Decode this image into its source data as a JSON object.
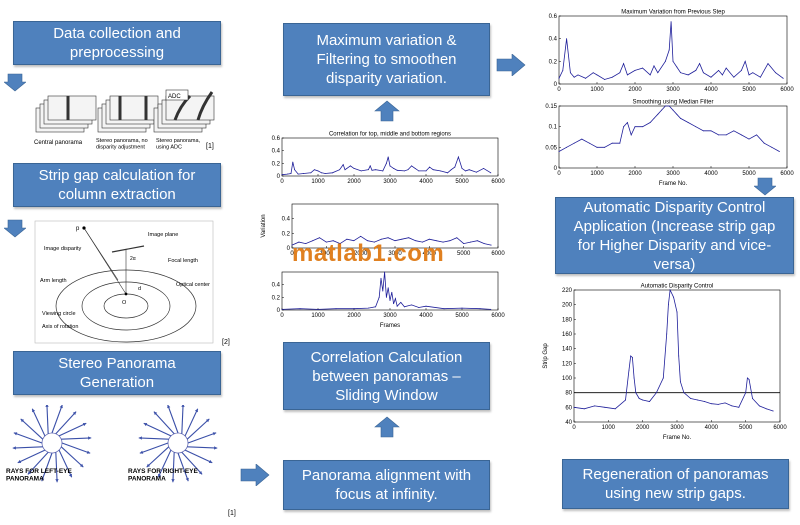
{
  "boxes": {
    "data_collection": "Data collection and\npreprocessing",
    "strip_gap": "Strip gap calculation for\ncolumn extraction",
    "stereo_panorama": "Stereo Panorama\nGeneration",
    "max_variation": "Maximum variation &\nFiltering to smoothen\ndisparity variation.",
    "correlation": "Correlation Calculation\nbetween panoramas –\nSliding Window",
    "alignment": "Panorama alignment with\nfocus at infinity.",
    "adc_application": "Automatic Disparity Control\nApplication  (Increase strip gap\nfor Higher Disparity and vice-\nversa)",
    "regeneration": "Regeneration of panoramas\nusing new strip gaps."
  },
  "figures": {
    "collection": {
      "captions": [
        "Central panorama",
        "Stereo panorama, no\ndisparity adjustment",
        "Stereo panorama,\nusing ADC"
      ],
      "ref": "[1]",
      "inset_label": "ADC"
    },
    "geometry": {
      "labels": [
        "p",
        "Image disparity",
        "Image plane",
        "Focal length",
        "Optical center",
        "Arm length",
        "Viewing circle",
        "Axis of rotation",
        "d",
        "O",
        "2α"
      ],
      "ref": "[2]"
    },
    "rays": {
      "left_label": "RAYS FOR LEFT-EYE\nPANORAMA",
      "right_label": "RAYS FOR RIGHT-EYE\nPANORAMA",
      "ref": "[1]"
    }
  },
  "watermark": "matlab1.com",
  "chart_data": [
    {
      "type": "line",
      "id": "corr1",
      "title": "Correlation for top, middle and bottom regions",
      "xlim": [
        0,
        6000
      ],
      "ylim": [
        0,
        0.6
      ],
      "xticks": [
        0,
        1000,
        2000,
        3000,
        4000,
        5000,
        6000
      ],
      "yticks": [
        0,
        0.2,
        0.4,
        0.6
      ],
      "xlabel": "",
      "ylabel": "",
      "x": [
        0,
        150,
        250,
        300,
        350,
        450,
        600,
        800,
        900,
        1000,
        1100,
        1200,
        1400,
        1600,
        1700,
        1750,
        1800,
        1900,
        2000,
        2200,
        2400,
        2450,
        2500,
        2600,
        2800,
        2900,
        2950,
        3000,
        3100,
        3200,
        3400,
        3500,
        3600,
        3700,
        3800,
        4000,
        4100,
        4200,
        4400,
        4600,
        4700,
        4800,
        4900,
        5000,
        5100,
        5200,
        5400,
        5600,
        5800
      ],
      "y": [
        0.02,
        0.03,
        0.04,
        0.22,
        0.1,
        0.03,
        0.04,
        0.05,
        0.1,
        0.08,
        0.05,
        0.04,
        0.05,
        0.1,
        0.18,
        0.1,
        0.12,
        0.16,
        0.12,
        0.08,
        0.1,
        0.16,
        0.09,
        0.1,
        0.08,
        0.2,
        0.3,
        0.16,
        0.12,
        0.09,
        0.08,
        0.1,
        0.16,
        0.12,
        0.08,
        0.08,
        0.14,
        0.1,
        0.08,
        0.05,
        0.1,
        0.14,
        0.3,
        0.12,
        0.08,
        0.1,
        0.06,
        0.12,
        0.05
      ]
    },
    {
      "type": "line",
      "id": "corr2",
      "title": "",
      "xlim": [
        0,
        6000
      ],
      "ylim": [
        0,
        0.6
      ],
      "xticks": [
        0,
        1000,
        2000,
        3000,
        4000,
        5000,
        6000
      ],
      "yticks": [
        0,
        0.2,
        0.4
      ],
      "xlabel": "",
      "ylabel": "Variation",
      "x": [
        0,
        200,
        400,
        600,
        800,
        1000,
        1200,
        1400,
        1600,
        1800,
        2000,
        2200,
        2400,
        2600,
        2800,
        3000,
        3200,
        3400,
        3600,
        3800,
        4000,
        4200,
        4400,
        4600,
        4800,
        5000,
        5200,
        5400,
        5600,
        5800
      ],
      "y": [
        0.04,
        0.08,
        0.06,
        0.1,
        0.14,
        0.08,
        0.1,
        0.06,
        0.12,
        0.1,
        0.16,
        0.1,
        0.08,
        0.12,
        0.14,
        0.1,
        0.12,
        0.14,
        0.1,
        0.08,
        0.12,
        0.1,
        0.08,
        0.1,
        0.14,
        0.06,
        0.08,
        0.1,
        0.06,
        0.04
      ]
    },
    {
      "type": "line",
      "id": "corr3",
      "title": "",
      "xlim": [
        0,
        6000
      ],
      "ylim": [
        0,
        0.6
      ],
      "xticks": [
        0,
        1000,
        2000,
        3000,
        4000,
        5000,
        6000
      ],
      "yticks": [
        0,
        0.2,
        0.4
      ],
      "xlabel": "Frames",
      "ylabel": "",
      "x": [
        0,
        500,
        1000,
        1500,
        2000,
        2400,
        2600,
        2700,
        2750,
        2800,
        2850,
        2900,
        2950,
        3000,
        3050,
        3100,
        3150,
        3200,
        3300,
        3400,
        3600,
        3800,
        4000,
        4500,
        5000,
        5500,
        5800
      ],
      "y": [
        0.01,
        0.02,
        0.01,
        0.02,
        0.02,
        0.03,
        0.05,
        0.2,
        0.5,
        0.3,
        0.6,
        0.2,
        0.35,
        0.15,
        0.28,
        0.1,
        0.18,
        0.06,
        0.12,
        0.05,
        0.08,
        0.04,
        0.06,
        0.02,
        0.03,
        0.02,
        0.01
      ]
    },
    {
      "type": "line",
      "id": "maxvar",
      "title": "Maximum Variation from Previous Step",
      "xlim": [
        0,
        6000
      ],
      "ylim": [
        0,
        0.6
      ],
      "xticks": [
        0,
        1000,
        2000,
        3000,
        4000,
        5000,
        6000
      ],
      "yticks": [
        0,
        0.2,
        0.4,
        0.6
      ],
      "xlabel": "",
      "ylabel": "",
      "x": [
        0,
        100,
        200,
        300,
        400,
        500,
        700,
        900,
        1000,
        1200,
        1400,
        1600,
        1700,
        1800,
        2000,
        2200,
        2400,
        2500,
        2600,
        2800,
        2900,
        2950,
        3000,
        3100,
        3200,
        3400,
        3600,
        3700,
        3800,
        4000,
        4200,
        4300,
        4400,
        4600,
        4800,
        4900,
        5000,
        5100,
        5300,
        5500,
        5700,
        5900
      ],
      "y": [
        0.05,
        0.12,
        0.4,
        0.1,
        0.06,
        0.08,
        0.05,
        0.1,
        0.08,
        0.04,
        0.06,
        0.1,
        0.18,
        0.08,
        0.12,
        0.14,
        0.08,
        0.16,
        0.1,
        0.2,
        0.3,
        0.55,
        0.2,
        0.15,
        0.1,
        0.08,
        0.12,
        0.18,
        0.1,
        0.06,
        0.12,
        0.08,
        0.14,
        0.06,
        0.12,
        0.2,
        0.08,
        0.1,
        0.06,
        0.18,
        0.1,
        0.05
      ]
    },
    {
      "type": "line",
      "id": "smoothing",
      "title": "Smoothing using Median Filter",
      "xlim": [
        0,
        6000
      ],
      "ylim": [
        0,
        0.15
      ],
      "xticks": [
        0,
        1000,
        2000,
        3000,
        4000,
        5000,
        6000
      ],
      "yticks": [
        0,
        0.05,
        0.1,
        0.15
      ],
      "xlabel": "Frame No.",
      "ylabel": "",
      "x": [
        0,
        200,
        400,
        600,
        800,
        1000,
        1200,
        1400,
        1600,
        1700,
        1800,
        1900,
        2000,
        2200,
        2400,
        2500,
        2600,
        2700,
        2800,
        2900,
        3000,
        3100,
        3200,
        3400,
        3600,
        3800,
        4000,
        4200,
        4400,
        4600,
        4800,
        5000,
        5200,
        5400,
        5600,
        5800
      ],
      "y": [
        0.04,
        0.05,
        0.06,
        0.07,
        0.06,
        0.05,
        0.05,
        0.06,
        0.06,
        0.1,
        0.11,
        0.08,
        0.1,
        0.1,
        0.11,
        0.12,
        0.13,
        0.14,
        0.15,
        0.15,
        0.14,
        0.13,
        0.12,
        0.11,
        0.1,
        0.09,
        0.09,
        0.08,
        0.08,
        0.09,
        0.08,
        0.07,
        0.08,
        0.06,
        0.05,
        0.04
      ]
    },
    {
      "type": "line",
      "id": "adc",
      "title": "Automatic Disparity Control",
      "xlim": [
        0,
        6000
      ],
      "ylim": [
        40,
        220
      ],
      "xticks": [
        0,
        1000,
        2000,
        3000,
        4000,
        5000,
        6000
      ],
      "yticks": [
        40,
        60,
        80,
        100,
        120,
        140,
        160,
        180,
        200,
        220
      ],
      "xlabel": "Frame No.",
      "ylabel": "Strip Gap",
      "x": [
        0,
        300,
        600,
        900,
        1200,
        1500,
        1600,
        1650,
        1700,
        1750,
        1800,
        1900,
        2000,
        2200,
        2400,
        2600,
        2700,
        2750,
        2800,
        2900,
        3000,
        3050,
        3100,
        3200,
        3400,
        3600,
        3800,
        4000,
        4200,
        4400,
        4600,
        4800,
        5000,
        5050,
        5100,
        5200,
        5400,
        5600,
        5800
      ],
      "y": [
        60,
        58,
        62,
        60,
        58,
        70,
        110,
        130,
        128,
        100,
        80,
        72,
        70,
        68,
        80,
        100,
        160,
        200,
        220,
        210,
        190,
        130,
        95,
        80,
        72,
        70,
        68,
        65,
        64,
        66,
        62,
        60,
        80,
        100,
        98,
        72,
        62,
        58,
        55
      ],
      "hline": 80
    }
  ]
}
